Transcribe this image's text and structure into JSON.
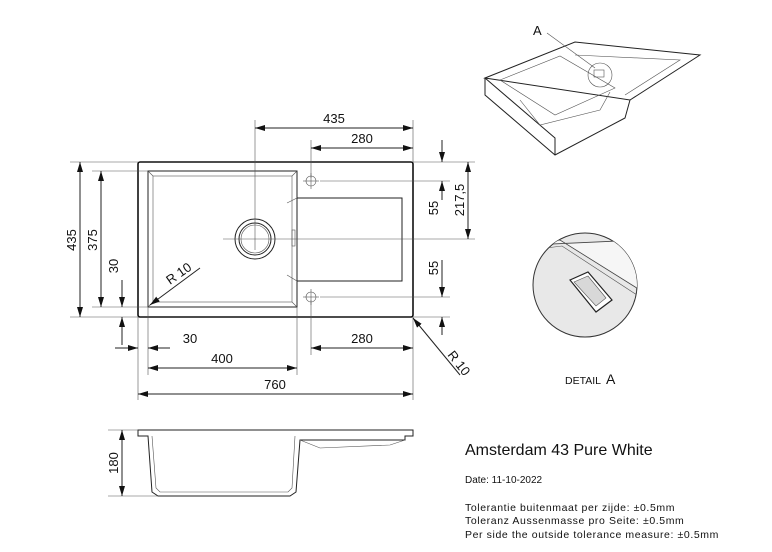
{
  "drawing": {
    "dimensions": {
      "top_overall": "435",
      "top_drainer": "280",
      "right_upper": "55",
      "right_half": "217,5",
      "right_lower": "55",
      "left_overall": "435",
      "left_bowl": "375",
      "left_rim": "30",
      "bottom_rim": "30",
      "bottom_drainer": "280",
      "bottom_bowl": "400",
      "bottom_overall": "760",
      "radius_outer": "R 10",
      "radius_inner": "R 10",
      "depth": "180"
    },
    "detail_marker": "A",
    "detail_label": "DETAIL",
    "detail_letter": "A"
  },
  "info": {
    "title": "Amsterdam 43 Pure White",
    "date": "Date: 11-10-2022",
    "tolerances": [
      "Tolerantie buitenmaat per zijde: ±0.5mm",
      "Toleranz Aussenmasse pro Seite: ±0.5mm",
      "Per side the outside tolerance measure: ±0.5mm"
    ]
  }
}
